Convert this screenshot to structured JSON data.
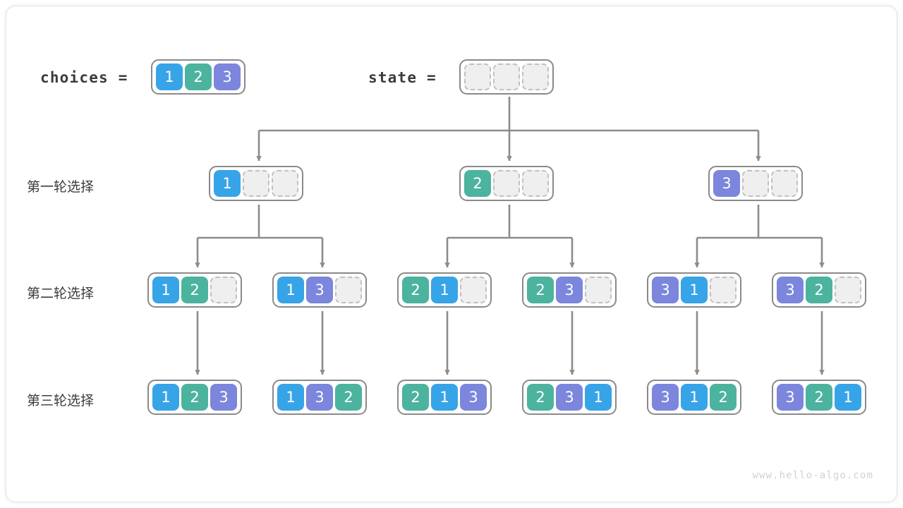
{
  "title": "permutations-backtracking-tree",
  "labels": {
    "choices": "choices  =",
    "state": "state  =",
    "round1": "第一轮选择",
    "round2": "第二轮选择",
    "round3": "第三轮选择",
    "watermark": "www.hello-algo.com"
  },
  "colors": {
    "value_1": "#38a4e8",
    "value_2": "#4cb39f",
    "value_3": "#7b86dc",
    "empty_fill": "#efefef",
    "empty_border": "#c0c0c0",
    "array_border": "#8a8a8a",
    "wire": "#8c8c8c",
    "text": "#3c3c3c",
    "watermark": "#d2d2d2",
    "background": "#ffffff"
  },
  "arrays": {
    "choices": {
      "cells": [
        "1",
        "2",
        "3"
      ]
    },
    "state": {
      "cells": [
        "",
        "",
        ""
      ]
    },
    "round1": [
      {
        "cells": [
          "1",
          "",
          ""
        ]
      },
      {
        "cells": [
          "2",
          "",
          ""
        ]
      },
      {
        "cells": [
          "3",
          "",
          ""
        ]
      }
    ],
    "round2": [
      {
        "cells": [
          "1",
          "2",
          ""
        ]
      },
      {
        "cells": [
          "1",
          "3",
          ""
        ]
      },
      {
        "cells": [
          "2",
          "1",
          ""
        ]
      },
      {
        "cells": [
          "2",
          "3",
          ""
        ]
      },
      {
        "cells": [
          "3",
          "1",
          ""
        ]
      },
      {
        "cells": [
          "3",
          "2",
          ""
        ]
      }
    ],
    "round3": [
      {
        "cells": [
          "1",
          "2",
          "3"
        ]
      },
      {
        "cells": [
          "1",
          "3",
          "2"
        ]
      },
      {
        "cells": [
          "2",
          "1",
          "3"
        ]
      },
      {
        "cells": [
          "2",
          "3",
          "1"
        ]
      },
      {
        "cells": [
          "3",
          "1",
          "2"
        ]
      },
      {
        "cells": [
          "3",
          "2",
          "1"
        ]
      }
    ]
  }
}
